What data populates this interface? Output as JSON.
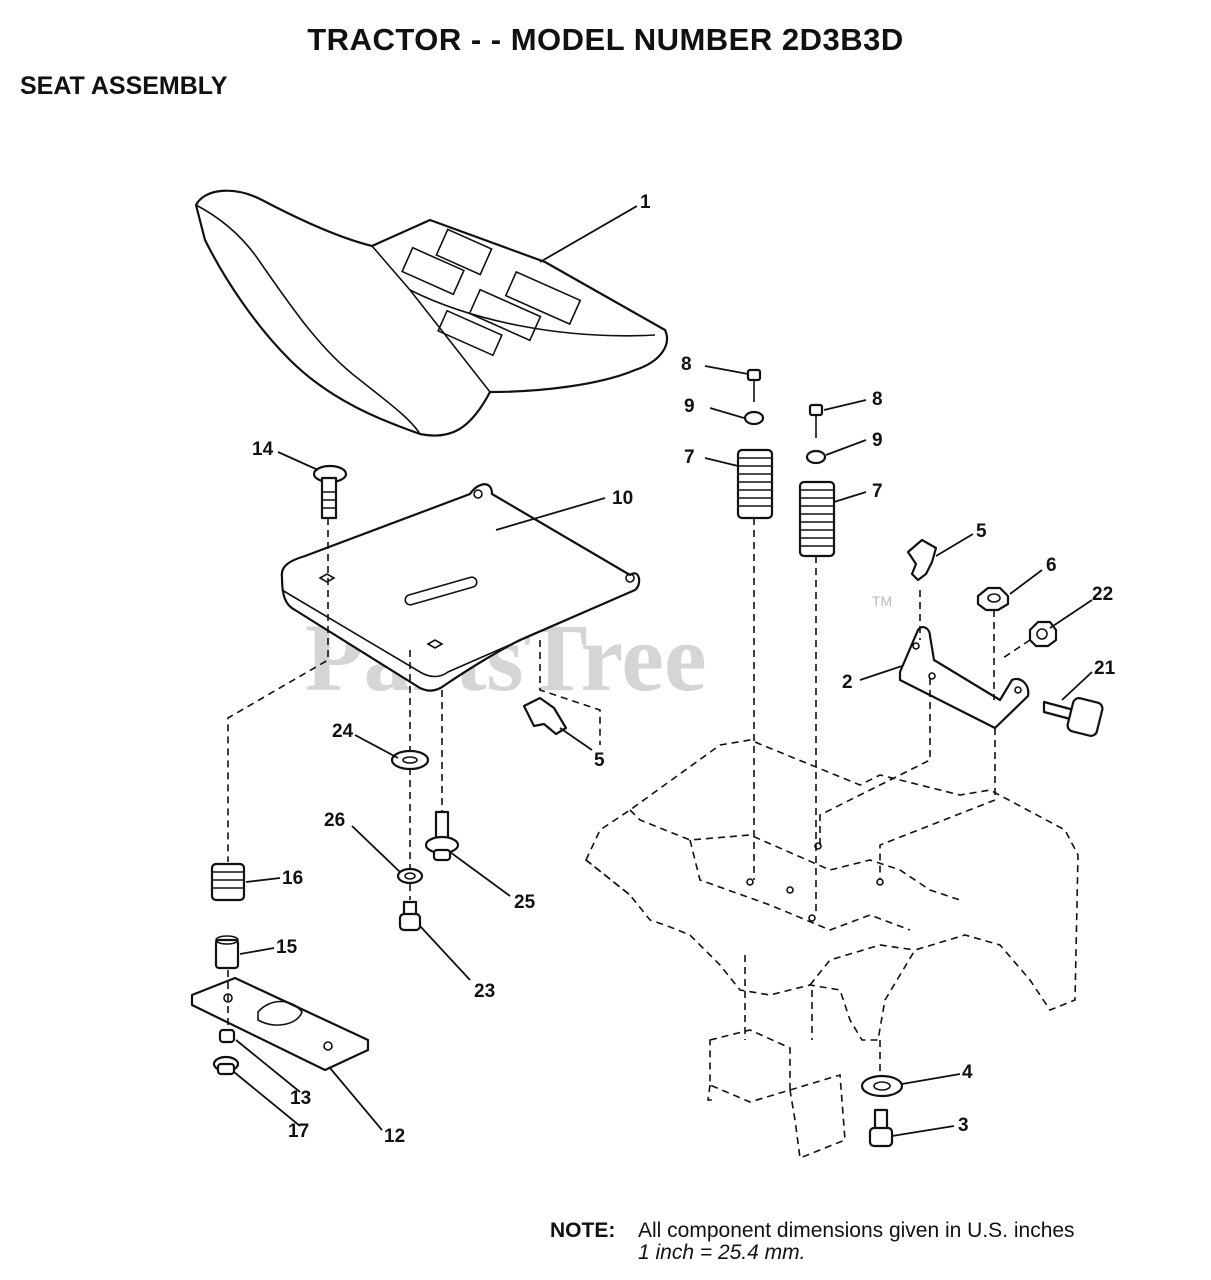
{
  "header": {
    "title": "TRACTOR - - MODEL NUMBER 2D3B3D",
    "section": "SEAT ASSEMBLY"
  },
  "watermark": {
    "text": "PartsTree",
    "trademark": "TM"
  },
  "callouts": {
    "c1": "1",
    "c14": "14",
    "c10": "10",
    "c8a": "8",
    "c9a": "9",
    "c7a": "7",
    "c8b": "8",
    "c9b": "9",
    "c7b": "7",
    "c5a": "5",
    "c6": "6",
    "c22": "22",
    "c2": "2",
    "c21": "21",
    "c5b": "5",
    "c24": "24",
    "c26": "26",
    "c25": "25",
    "c16": "16",
    "c15": "15",
    "c23": "23",
    "c13": "13",
    "c17": "17",
    "c12": "12",
    "c4": "4",
    "c3": "3"
  },
  "note": {
    "label": "NOTE:",
    "line1": "All component dimensions given in U.S. inches",
    "line2": "1 inch = 25.4 mm."
  }
}
